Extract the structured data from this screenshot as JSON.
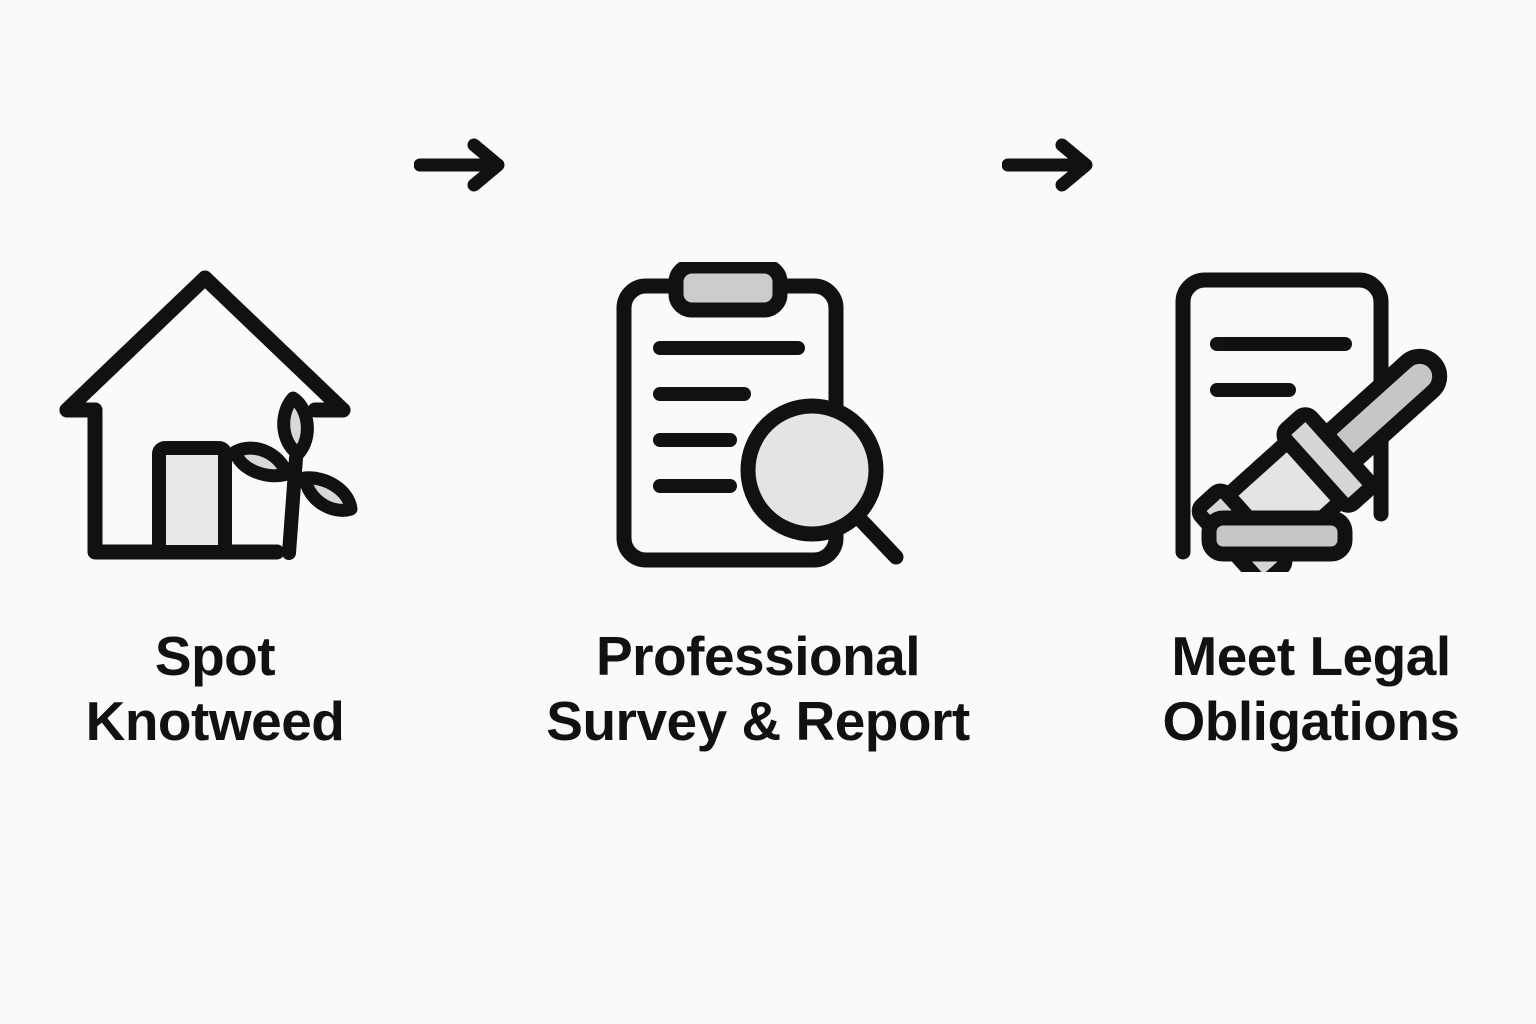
{
  "page": {
    "background_color": "#FAFAFA",
    "ink_color": "#111111",
    "fill_light": "#E8E8E8",
    "fill_mid": "#CCCCCC",
    "title": "Knotweed Process Diagram"
  },
  "flow": {
    "steps": [
      {
        "id": "spot-knotweed",
        "index": 1,
        "icon": "house-with-knotweed-plant-icon",
        "label": "Spot\nKnotweed",
        "label_line_1": "Spot",
        "label_line_2": "Knotweed"
      },
      {
        "id": "professional-survey-report",
        "index": 2,
        "icon": "clipboard-with-magnifier-icon",
        "label": "Professional\nSurvey & Report",
        "label_line_1": "Professional",
        "label_line_2": "Survey & Report"
      },
      {
        "id": "meet-legal-obligations",
        "index": 3,
        "icon": "document-with-gavel-icon",
        "label": "Meet Legal\nObligations",
        "label_line_1": "Meet Legal",
        "label_line_2": "Obligations"
      }
    ],
    "connectors": [
      {
        "id": "arrow-1",
        "icon": "arrow-right-icon",
        "from": "spot-knotweed",
        "to": "professional-survey-report"
      },
      {
        "id": "arrow-2",
        "icon": "arrow-right-icon",
        "from": "professional-survey-report",
        "to": "meet-legal-obligations"
      }
    ]
  }
}
